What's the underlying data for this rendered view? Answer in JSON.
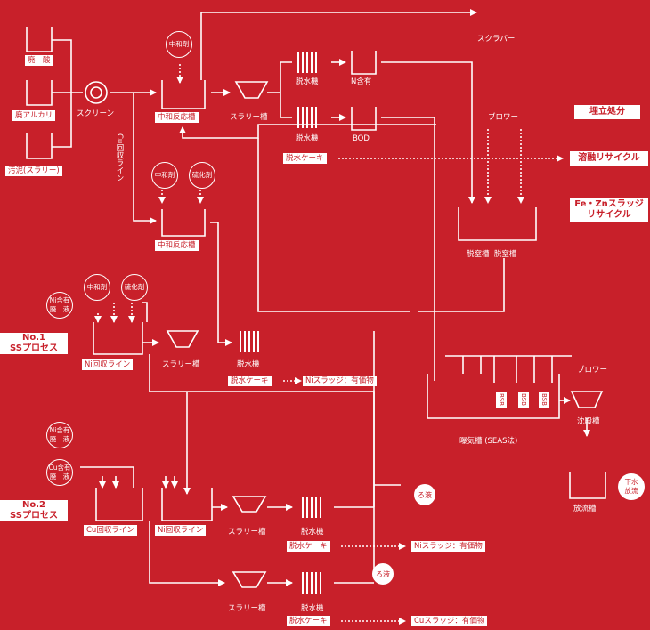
{
  "inputs": {
    "waste_acid": "廃　酸",
    "waste_alkali": "廃アルカリ",
    "sludge": "汚泥(スラリー)"
  },
  "screen": "スクリーン",
  "neutralizer": "中和剤",
  "sulfide": "硫化剤",
  "neutralization_tank": "中和反応槽",
  "slurry_tank": "スラリー槽",
  "dehydrator": "脱水機",
  "n_content": "N含有",
  "bod": "BOD",
  "dehydrated_cake": "脱水ケーキ",
  "scraper": "スクラパー",
  "blower": "ブロワー",
  "denitrification_tank": "脱窒槽",
  "cu_recovery_line_vertical": "Cu回収ライン",
  "ni_waste": [
    "Ni含有",
    "廃　液"
  ],
  "cu_waste": [
    "Cu含有",
    "廃　液"
  ],
  "no1_process": [
    "No.1",
    "SSプロセス"
  ],
  "no2_process": [
    "No.2",
    "SSプロセス"
  ],
  "ni_recovery_line": "Ni回収ライン",
  "cu_recovery_line": "Cu回収ライン",
  "ni_sludge": "Niスラッジ：有価物",
  "cu_sludge": "Cuスラッジ：有価物",
  "aeration_tank": "曝気槽 (SEAS法)",
  "bsb": "BSB",
  "settling_tank": "沈殿槽",
  "discharge_tank": "放流槽",
  "sewer_discharge": [
    "下水",
    "放流"
  ],
  "filtrate": "ろ液",
  "outputs": {
    "landfill": "埋立処分",
    "melt_recycle": "溶融リサイクル",
    "fe_zn": [
      "Fe・Znスラッジ",
      "リサイクル"
    ]
  },
  "colors": {
    "background": "#c8202a",
    "foreground": "#ffffff"
  }
}
